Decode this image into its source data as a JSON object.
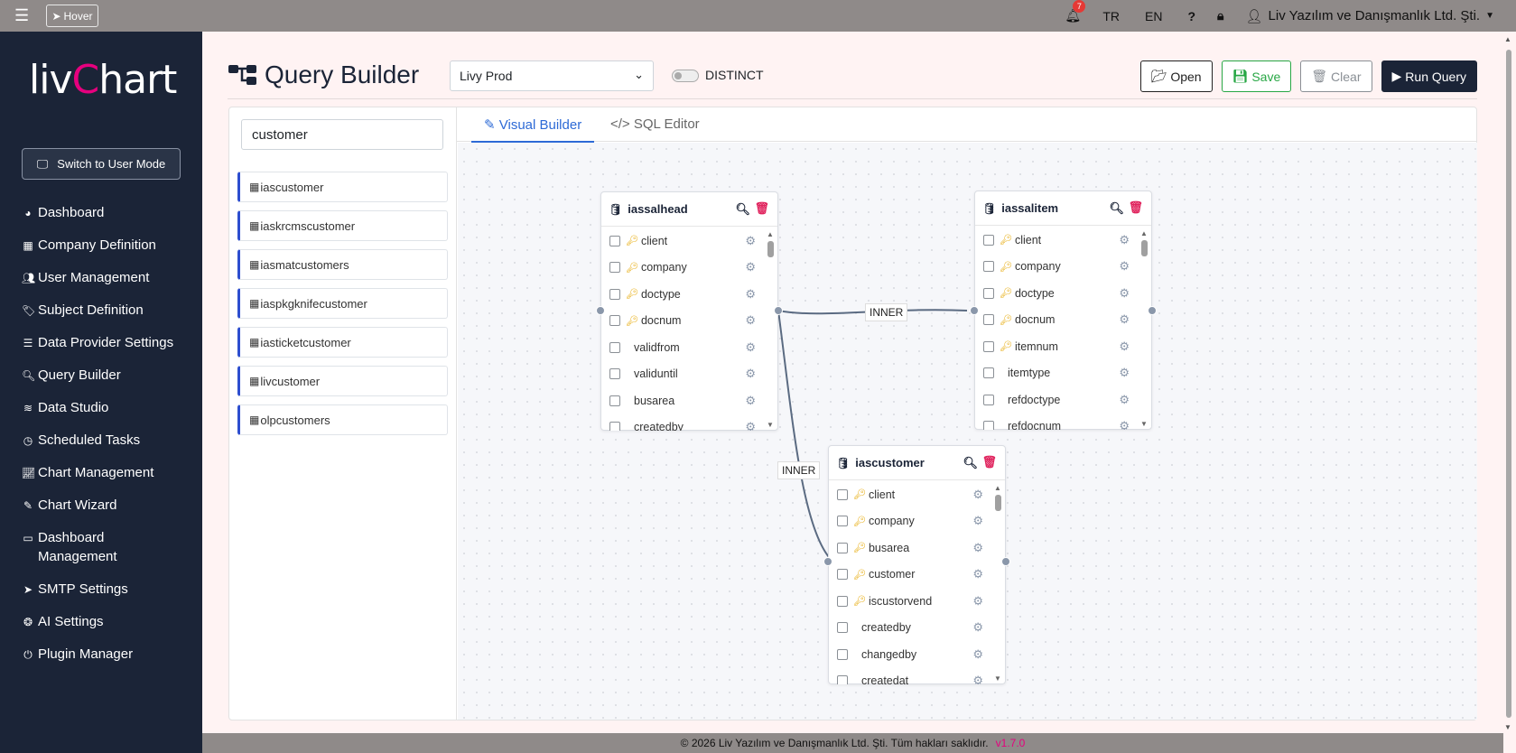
{
  "topbar": {
    "hover_label": "Hover",
    "notification_count": "7",
    "lang_tr": "TR",
    "lang_en": "EN",
    "user_name": "Liv Yazılım ve Danışmanlık Ltd. Şti."
  },
  "sidebar": {
    "logo_pre": "liv",
    "logo_c": "C",
    "logo_post": "hart",
    "switch_label": "Switch to User Mode",
    "items": [
      {
        "label": "Dashboard",
        "icon": "gauge-icon"
      },
      {
        "label": "Company Definition",
        "icon": "building-icon"
      },
      {
        "label": "User Management",
        "icon": "users-icon"
      },
      {
        "label": "Subject Definition",
        "icon": "tags-icon"
      },
      {
        "label": "Data Provider Settings",
        "icon": "server-icon"
      },
      {
        "label": "Query Builder",
        "icon": "search-icon"
      },
      {
        "label": "Data Studio",
        "icon": "layers-icon"
      },
      {
        "label": "Scheduled Tasks",
        "icon": "clock-icon"
      },
      {
        "label": "Chart Management",
        "icon": "chart-line-icon"
      },
      {
        "label": "Chart Wizard",
        "icon": "pen-icon"
      },
      {
        "label": "Dashboard Management",
        "icon": "rectangle-list-icon"
      },
      {
        "label": "SMTP Settings",
        "icon": "paper-plane-icon"
      },
      {
        "label": "AI Settings",
        "icon": "brain-icon"
      },
      {
        "label": "Plugin Manager",
        "icon": "plug-icon"
      }
    ]
  },
  "header": {
    "title": "Query Builder",
    "datasource": "Livy Prod",
    "distinct_label": "DISTINCT",
    "distinct_on": false,
    "open_label": "Open",
    "save_label": "Save",
    "clear_label": "Clear",
    "run_label": "Run Query"
  },
  "left_pane": {
    "search_value": "customer",
    "tables": [
      "iascustomer",
      "iaskrcmscustomer",
      "iasmatcustomers",
      "iaspkgknifecustomer",
      "iasticketcustomer",
      "livcustomer",
      "olpcustomers"
    ]
  },
  "tabs": {
    "visual": "Visual Builder",
    "sql": "SQL Editor"
  },
  "canvas": {
    "tables": [
      {
        "name": "iassalhead",
        "columns": [
          {
            "name": "client",
            "key": true
          },
          {
            "name": "company",
            "key": true
          },
          {
            "name": "doctype",
            "key": true
          },
          {
            "name": "docnum",
            "key": true
          },
          {
            "name": "validfrom",
            "key": false
          },
          {
            "name": "validuntil",
            "key": false
          },
          {
            "name": "busarea",
            "key": false
          },
          {
            "name": "createdby",
            "key": false
          }
        ]
      },
      {
        "name": "iassalitem",
        "columns": [
          {
            "name": "client",
            "key": true
          },
          {
            "name": "company",
            "key": true
          },
          {
            "name": "doctype",
            "key": true
          },
          {
            "name": "docnum",
            "key": true
          },
          {
            "name": "itemnum",
            "key": true
          },
          {
            "name": "itemtype",
            "key": false
          },
          {
            "name": "refdoctype",
            "key": false
          },
          {
            "name": "refdocnum",
            "key": false
          }
        ]
      },
      {
        "name": "iascustomer",
        "columns": [
          {
            "name": "client",
            "key": true
          },
          {
            "name": "company",
            "key": true
          },
          {
            "name": "busarea",
            "key": true
          },
          {
            "name": "customer",
            "key": true
          },
          {
            "name": "iscustorvend",
            "key": true
          },
          {
            "name": "createdby",
            "key": false
          },
          {
            "name": "changedby",
            "key": false
          },
          {
            "name": "createdat",
            "key": false
          }
        ]
      }
    ],
    "joins": [
      {
        "label": "INNER",
        "from": "iassalhead",
        "to": "iassalitem"
      },
      {
        "label": "INNER",
        "from": "iassalhead",
        "to": "iascustomer"
      }
    ]
  },
  "footer": {
    "copyright": "© 2026 Liv Yazılım ve Danışmanlık Ltd. Şti. Tüm hakları saklıdır.",
    "version": "v1.7.0"
  }
}
